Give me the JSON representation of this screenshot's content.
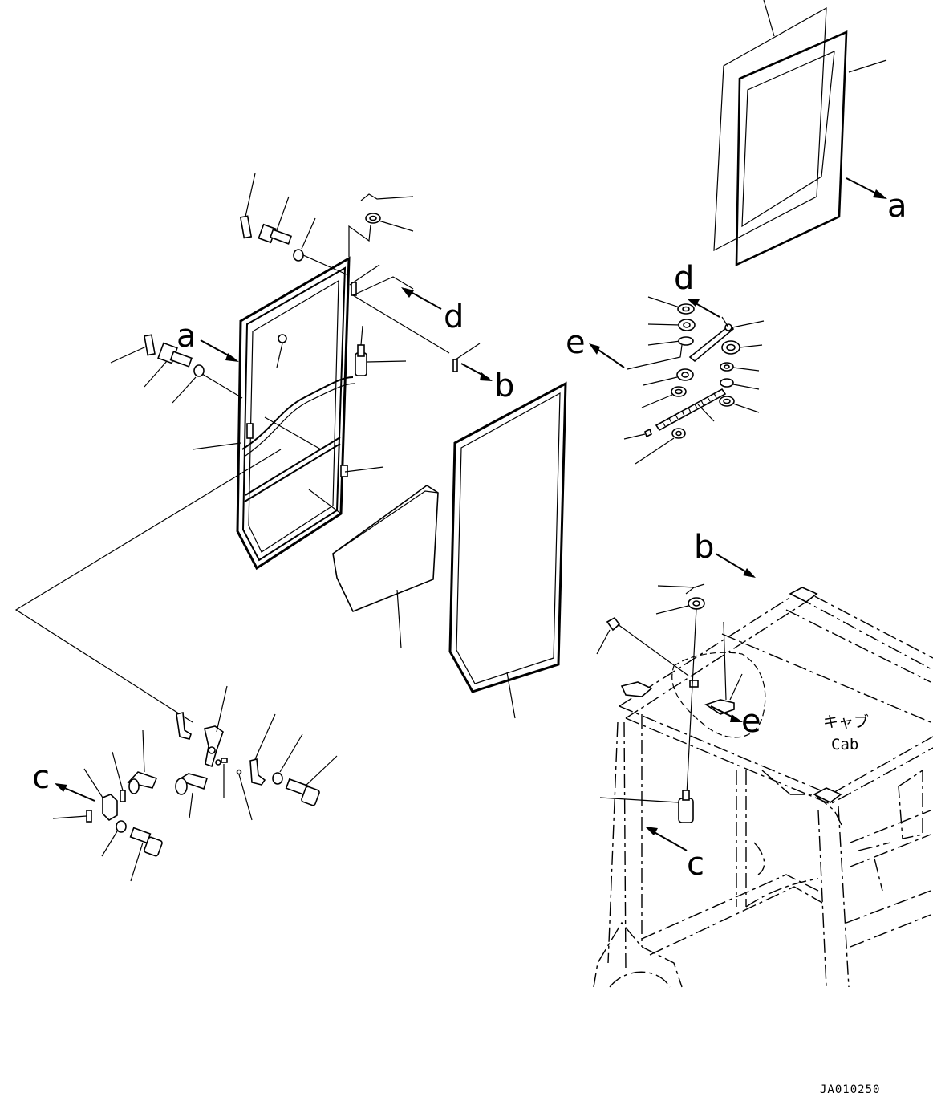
{
  "labels": {
    "a_door": "a",
    "a_glass": "a",
    "b_door": "b",
    "b_cab": "b",
    "c_hinge": "c",
    "c_cab": "c",
    "d_door": "d",
    "d_rod": "d",
    "e_rod": "e",
    "e_cab": "e"
  },
  "cab_label": {
    "jp": "キャブ",
    "en": "Cab"
  },
  "figure_code": "JA010250"
}
